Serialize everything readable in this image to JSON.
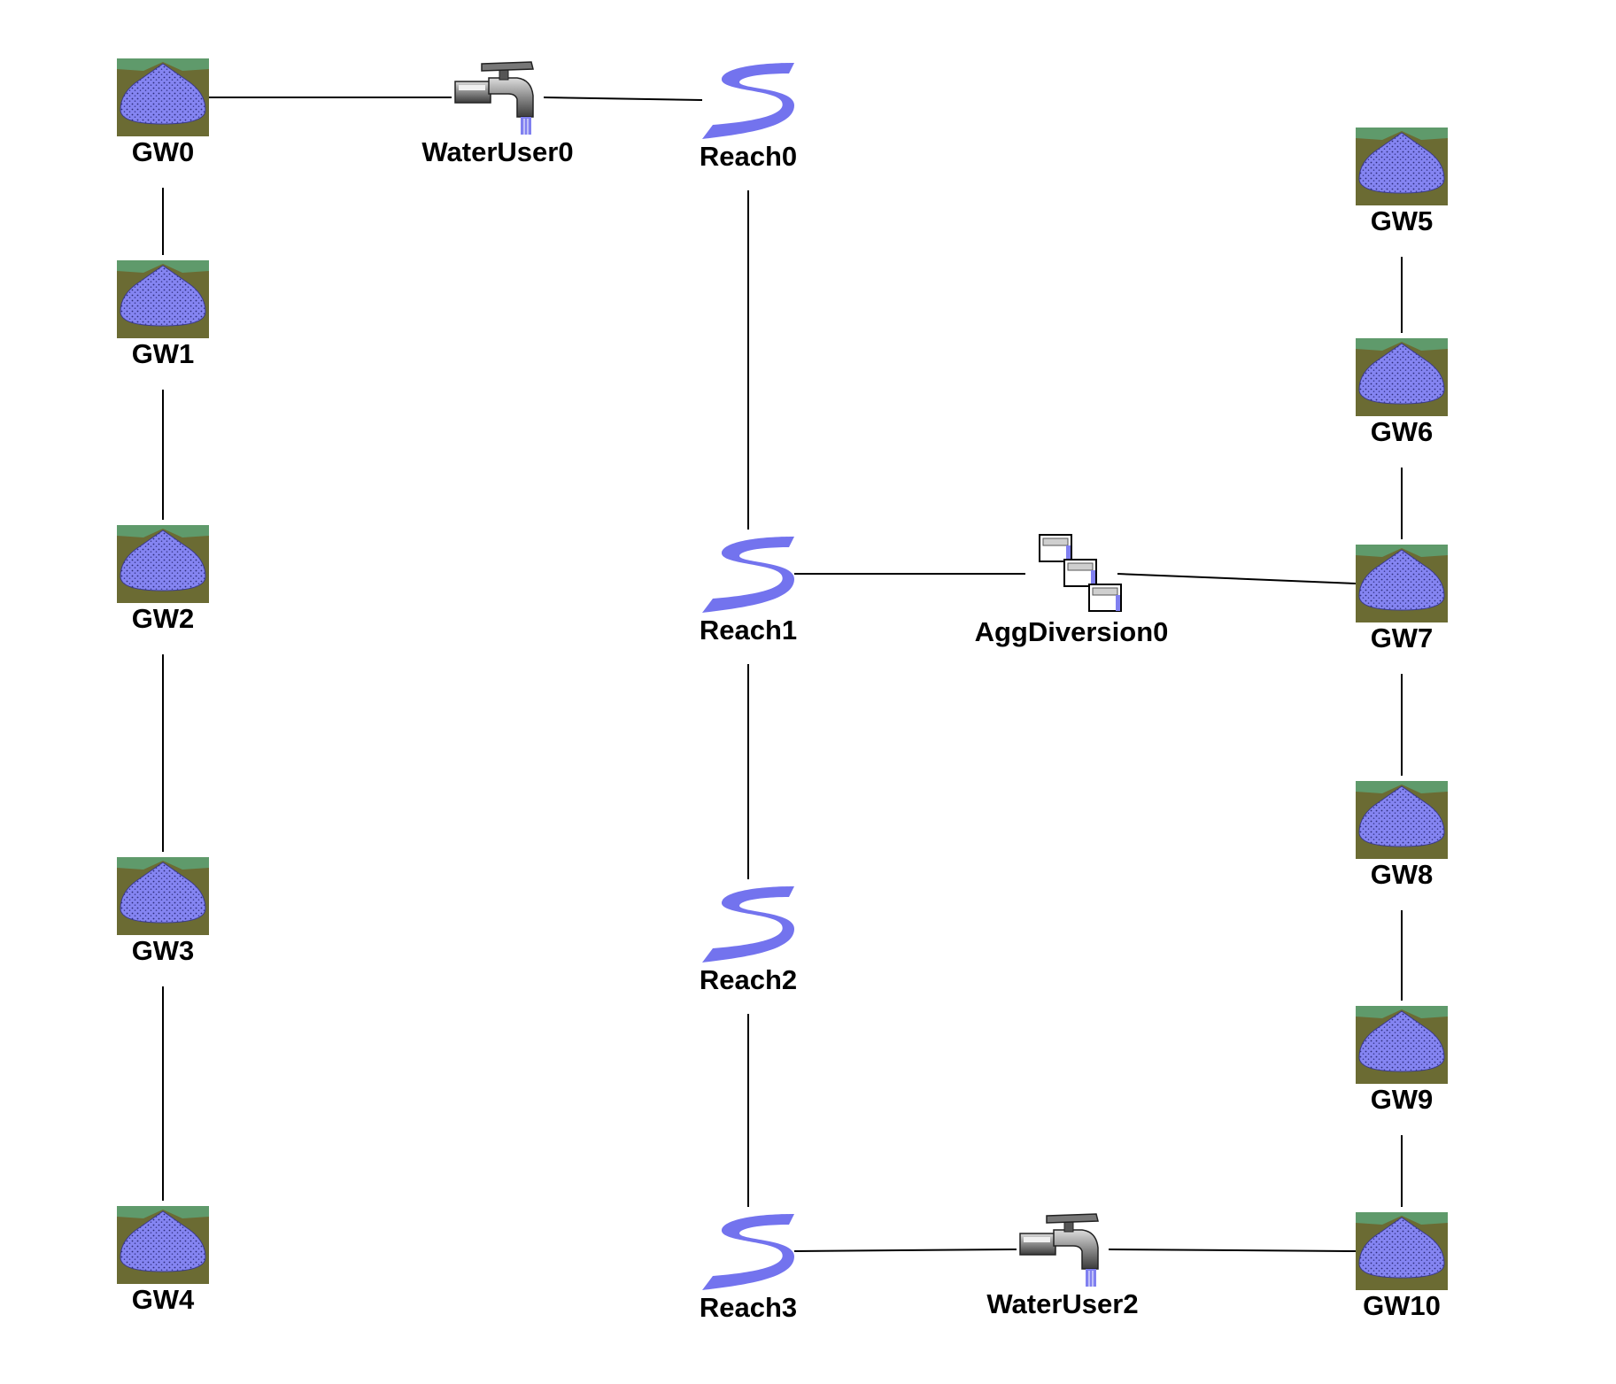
{
  "diagram": {
    "nodes": [
      {
        "id": "GW0",
        "type": "groundwater",
        "label": "GW0"
      },
      {
        "id": "GW1",
        "type": "groundwater",
        "label": "GW1"
      },
      {
        "id": "GW2",
        "type": "groundwater",
        "label": "GW2"
      },
      {
        "id": "GW3",
        "type": "groundwater",
        "label": "GW3"
      },
      {
        "id": "GW4",
        "type": "groundwater",
        "label": "GW4"
      },
      {
        "id": "WaterUser0",
        "type": "water-user",
        "label": "WaterUser0"
      },
      {
        "id": "Reach0",
        "type": "reach",
        "label": "Reach0"
      },
      {
        "id": "Reach1",
        "type": "reach",
        "label": "Reach1"
      },
      {
        "id": "Reach2",
        "type": "reach",
        "label": "Reach2"
      },
      {
        "id": "Reach3",
        "type": "reach",
        "label": "Reach3"
      },
      {
        "id": "AggDiversion0",
        "type": "agg-diversion",
        "label": "AggDiversion0"
      },
      {
        "id": "WaterUser2",
        "type": "water-user",
        "label": "WaterUser2"
      },
      {
        "id": "GW5",
        "type": "groundwater",
        "label": "GW5"
      },
      {
        "id": "GW6",
        "type": "groundwater",
        "label": "GW6"
      },
      {
        "id": "GW7",
        "type": "groundwater",
        "label": "GW7"
      },
      {
        "id": "GW8",
        "type": "groundwater",
        "label": "GW8"
      },
      {
        "id": "GW9",
        "type": "groundwater",
        "label": "GW9"
      },
      {
        "id": "GW10",
        "type": "groundwater",
        "label": "GW10"
      }
    ],
    "edges": [
      [
        "GW0",
        "WaterUser0"
      ],
      [
        "WaterUser0",
        "Reach0"
      ],
      [
        "GW0",
        "GW1"
      ],
      [
        "GW1",
        "GW2"
      ],
      [
        "GW2",
        "GW3"
      ],
      [
        "GW3",
        "GW4"
      ],
      [
        "Reach0",
        "Reach1"
      ],
      [
        "Reach1",
        "Reach2"
      ],
      [
        "Reach2",
        "Reach3"
      ],
      [
        "Reach1",
        "AggDiversion0"
      ],
      [
        "AggDiversion0",
        "GW7"
      ],
      [
        "GW5",
        "GW6"
      ],
      [
        "GW6",
        "GW7"
      ],
      [
        "GW7",
        "GW8"
      ],
      [
        "GW8",
        "GW9"
      ],
      [
        "GW9",
        "GW10"
      ],
      [
        "Reach3",
        "WaterUser2"
      ],
      [
        "WaterUser2",
        "GW10"
      ]
    ],
    "colors": {
      "soil": "#6b6b33",
      "grass": "#5f9a6b",
      "water": "#8080f0",
      "stream": "#7373ee",
      "line": "#000000"
    }
  }
}
